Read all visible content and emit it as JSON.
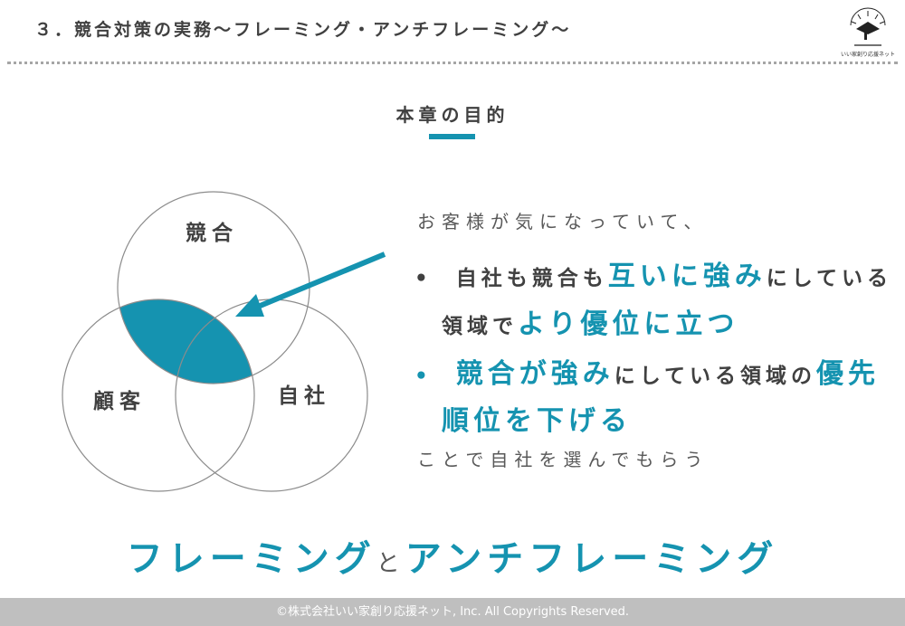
{
  "header": {
    "title": "３．競合対策の実務～フレーミング・アンチフレーミング～",
    "logo_text": "いい家創り応援ネット"
  },
  "section": {
    "heading": "本章の目的"
  },
  "venn": {
    "labels": {
      "competitor": "競合",
      "customer": "顧客",
      "self": "自社"
    },
    "highlight_color": "#1593b0"
  },
  "body": {
    "intro": "お客様が気になっていて、",
    "bullet1": {
      "marker": "•",
      "a": "自社も競合も",
      "b": "互いに強み",
      "c": "にしている",
      "d": "領域で",
      "e": "より優位に立つ"
    },
    "bullet2": {
      "marker": "•",
      "a": "競合が強み",
      "b": "にしている領域の",
      "c": "優先",
      "d": "順位を下げる"
    },
    "outro": "ことで自社を選んでもらう"
  },
  "tagline": {
    "a": "フレーミング",
    "b": "と",
    "c": "アンチフレーミング"
  },
  "footer": {
    "copyright": "©株式会社いい家創り応援ネット, Inc. All Copyrights Reserved."
  }
}
